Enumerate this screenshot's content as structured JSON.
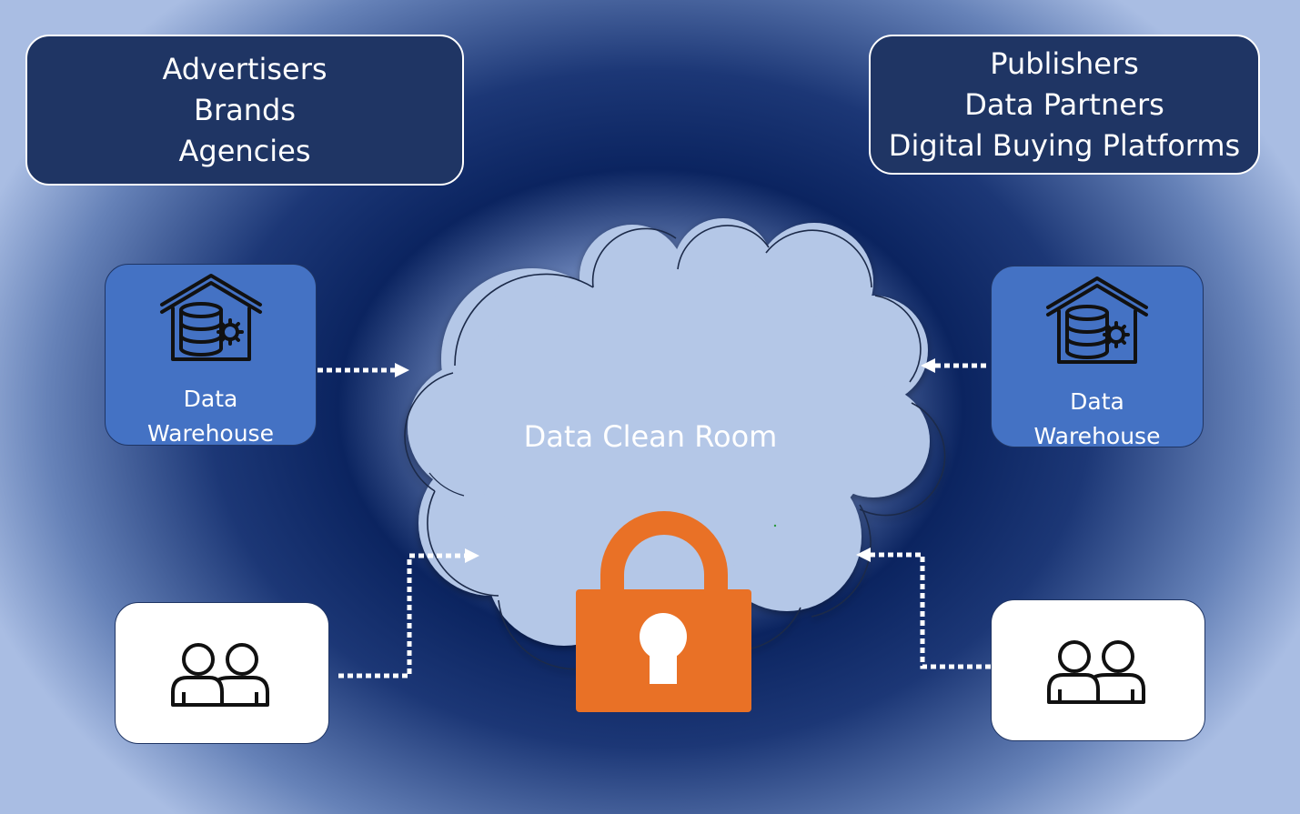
{
  "groups": {
    "left": {
      "lines": [
        "Advertisers",
        "Brands",
        "Agencies"
      ]
    },
    "right": {
      "lines": [
        "Publishers",
        "Data Partners",
        "Digital Buying Platforms"
      ]
    }
  },
  "warehouses": {
    "left": {
      "line1": "Data",
      "line2": "Warehouse"
    },
    "right": {
      "line1": "Data",
      "line2": "Warehouse"
    }
  },
  "cloud": {
    "label": "Data Clean Room"
  },
  "icons": {
    "warehouse": "database-house-icon",
    "users": "users-icon",
    "lock": "padlock-icon"
  },
  "colors": {
    "group_box": "#1f3564",
    "warehouse_box": "#4472c4",
    "cloud": "#b4c7e7",
    "lock": "#e97126",
    "connector": "#ffffff"
  }
}
